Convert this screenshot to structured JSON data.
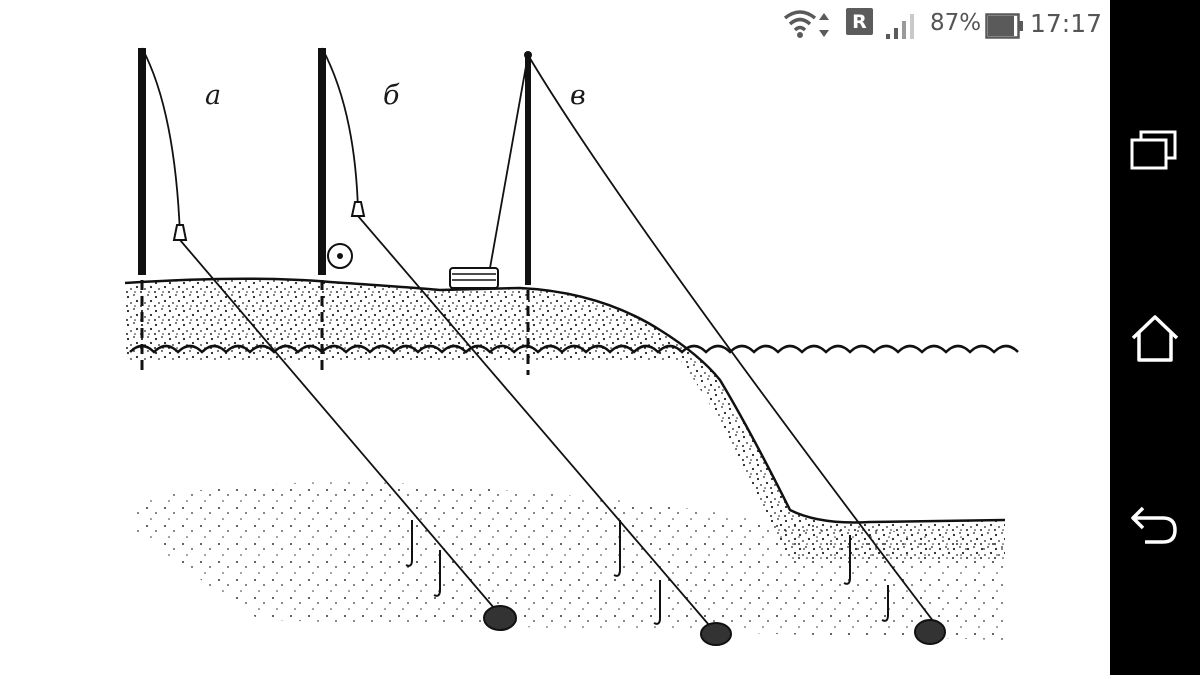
{
  "status_bar": {
    "time": "17:17",
    "battery_text": "87%",
    "battery_level": 0.87,
    "roaming_badge": "R",
    "icons": [
      "wifi-icon",
      "roaming-icon",
      "signal-icon",
      "battery-icon"
    ]
  },
  "figure": {
    "labels": {
      "a": "а",
      "b": "б",
      "c": "в"
    }
  },
  "nav_bar": {
    "buttons": [
      "recent-apps",
      "home",
      "back"
    ],
    "background": "#000000"
  }
}
